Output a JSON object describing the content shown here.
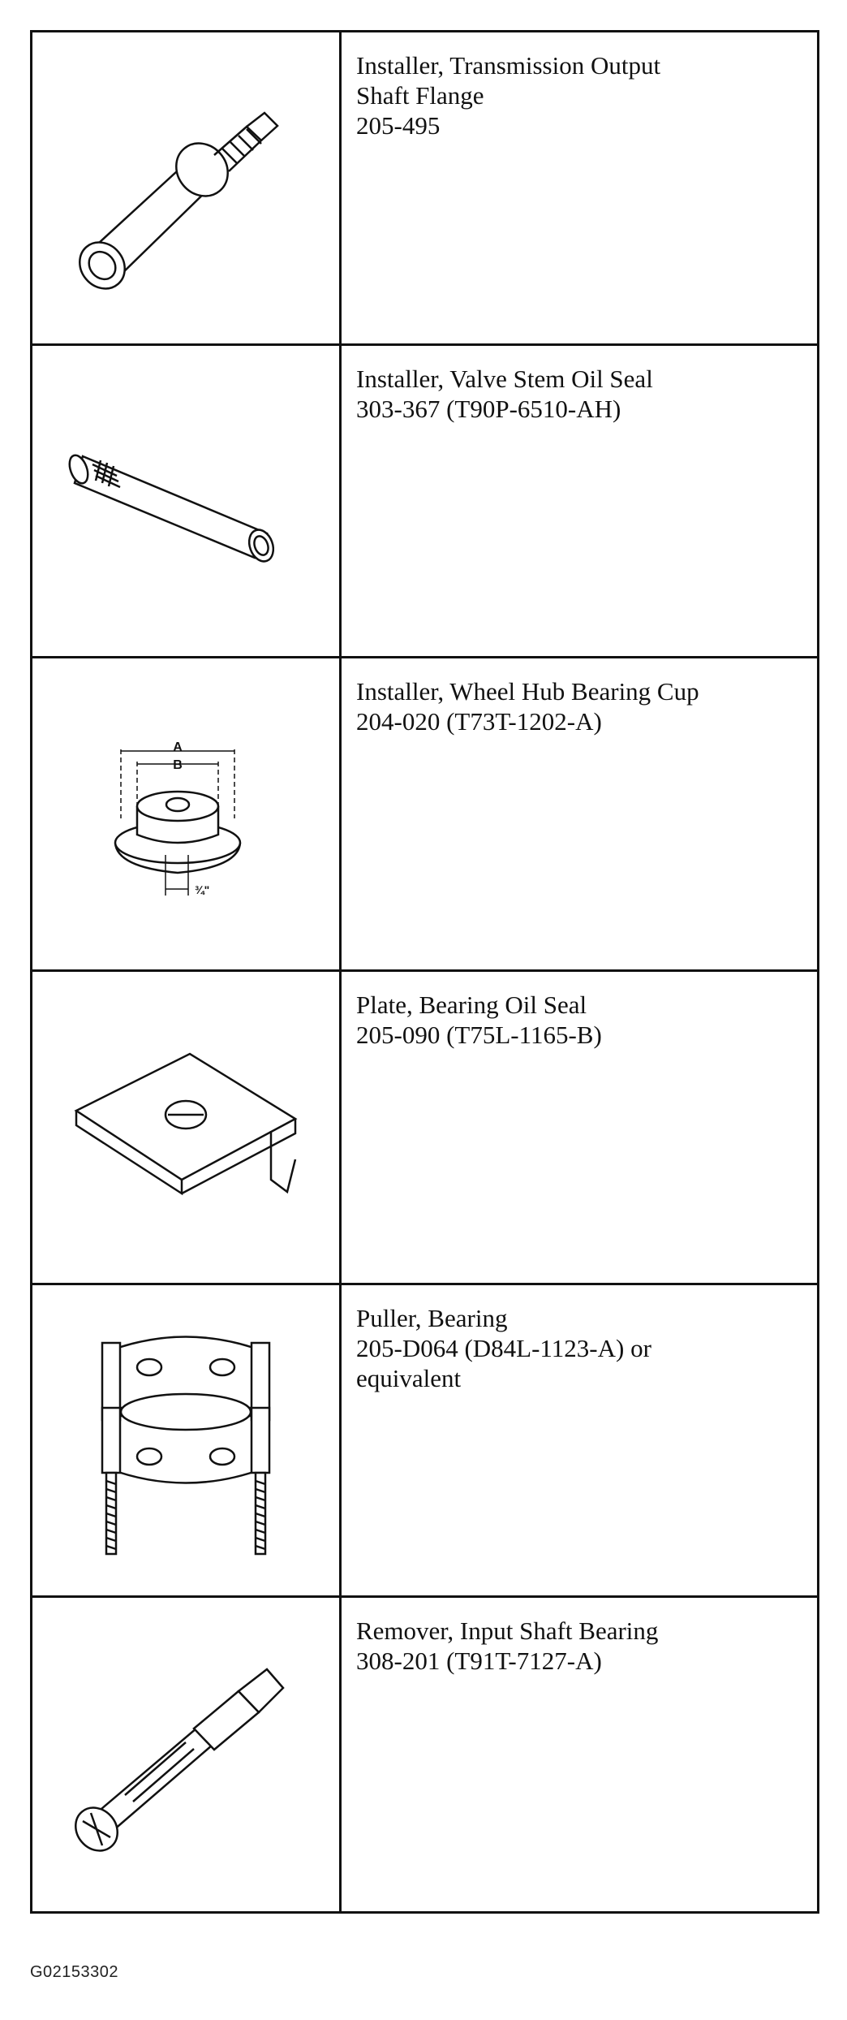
{
  "tools": [
    {
      "icon": "output-shaft-flange-installer-icon",
      "name": "Installer, Transmission Output\nShaft Flange",
      "number": "205-495"
    },
    {
      "icon": "valve-stem-seal-installer-icon",
      "name": "Installer, Valve Stem Oil Seal",
      "number": "303-367 (T90P-6510-AH)"
    },
    {
      "icon": "bearing-cup-installer-icon",
      "name": "Installer, Wheel Hub Bearing Cup",
      "number": "204-020 (T73T-1202-A)",
      "dimension_labels": [
        "A",
        "B",
        "¾\""
      ]
    },
    {
      "icon": "bearing-oil-seal-plate-icon",
      "name": "Plate, Bearing Oil Seal",
      "number": "205-090 (T75L-1165-B)"
    },
    {
      "icon": "bearing-puller-icon",
      "name": "Puller, Bearing",
      "number": "205-D064 (D84L-1123-A) or\nequivalent"
    },
    {
      "icon": "input-shaft-bearing-remover-icon",
      "name": "Remover, Input Shaft Bearing",
      "number": "308-201 (T91T-7127-A)"
    }
  ],
  "figure_id": "G02153302"
}
